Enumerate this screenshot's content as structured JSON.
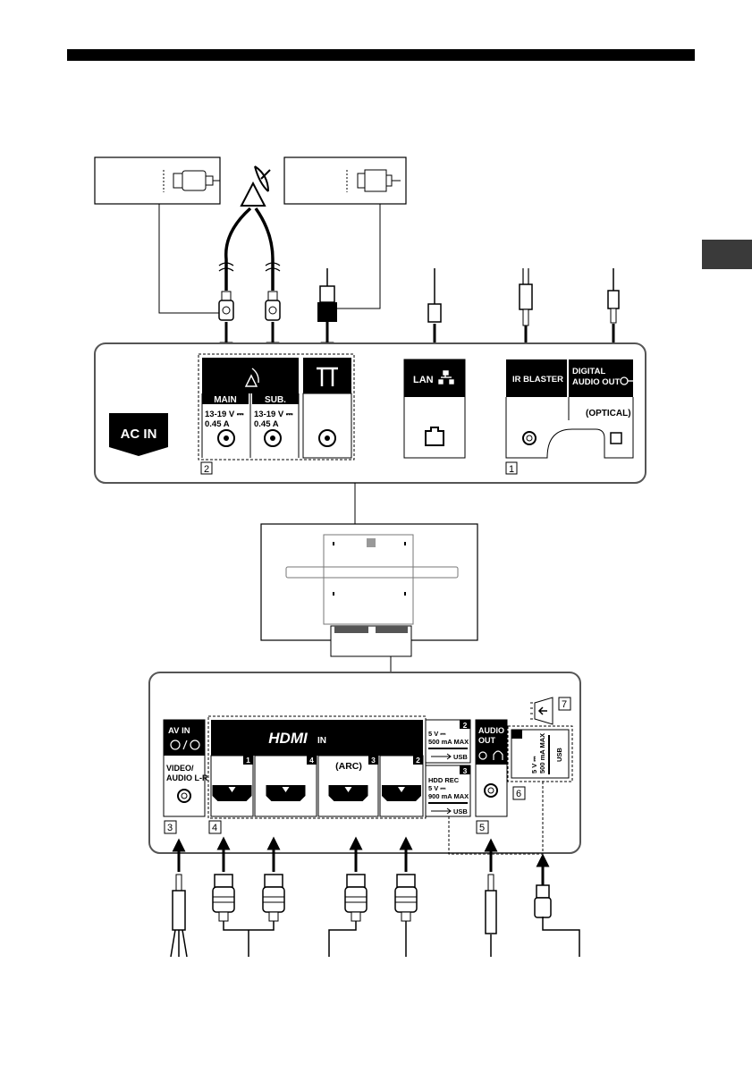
{
  "colors": {
    "ink": "#000000",
    "panel_bg": "#ffffff",
    "label_bg": "#000000",
    "label_fg": "#ffffff",
    "side_tab": "#3a3a3a"
  },
  "top_panel": {
    "ac_in": "AC IN",
    "satellite": {
      "main": "MAIN",
      "sub": "SUB.",
      "spec_main": [
        "13-19 V ⎓",
        "0.45 A"
      ],
      "spec_sub": [
        "13-19 V ⎓",
        "0.45 A"
      ]
    },
    "lan": "LAN",
    "ir_blaster": "IR BLASTER",
    "digital_audio_out": [
      "DIGITAL",
      "AUDIO OUT"
    ],
    "optical": "(OPTICAL)",
    "callouts": {
      "sat": "2",
      "ir": "1"
    }
  },
  "bottom_panel": {
    "av_in": "AV IN",
    "video_audio": [
      "VIDEO/",
      "AUDIO L-R"
    ],
    "hdmi_logo": "HDMI",
    "hdmi_in": "IN",
    "hdmi_numbers": [
      "1",
      "4",
      "3",
      "2"
    ],
    "arc": "(ARC)",
    "usb2": {
      "num": "2",
      "lines": [
        "5 V ⎓",
        "500 mA MAX"
      ],
      "usb": "USB"
    },
    "usb3": {
      "num": "3",
      "lines": [
        "HDD REC",
        "5 V ⎓",
        "900 mA MAX"
      ],
      "usb": "USB"
    },
    "audio_out": [
      "AUDIO",
      "OUT"
    ],
    "usb1": {
      "lines": [
        "5 V ⎓",
        "500 mA MAX"
      ],
      "usb": "USB"
    },
    "callouts": {
      "av": "3",
      "hdmi": "4",
      "audio": "5",
      "usb": "6",
      "card": "7"
    }
  }
}
